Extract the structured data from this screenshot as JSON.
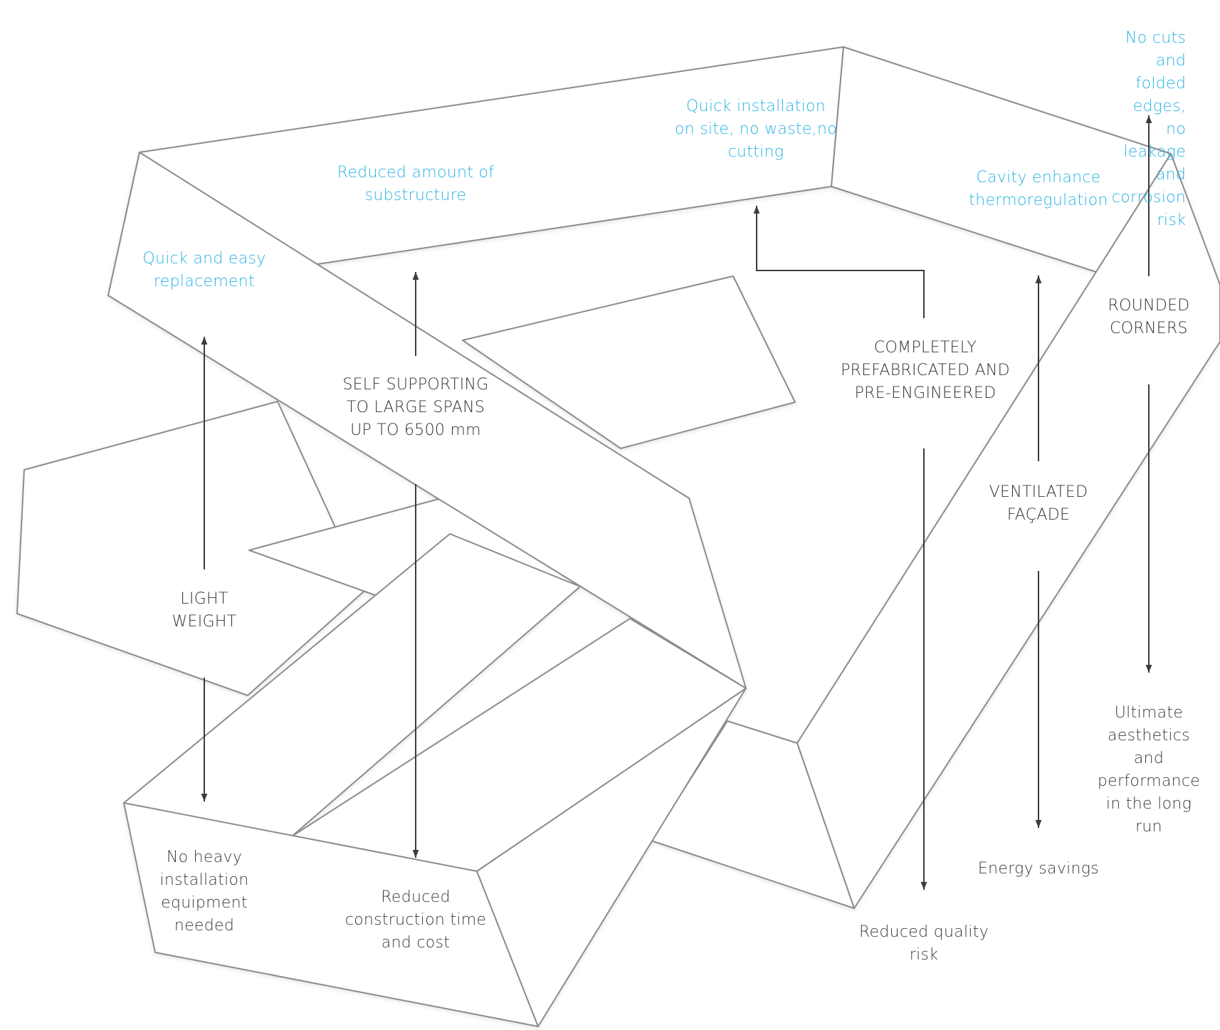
{
  "colors": {
    "feature_text": "#333333",
    "benefit_blue": "#29b2e4",
    "benefit_dark": "#3a3a3a",
    "ribbon_stroke": "#8c8c8c",
    "arrow": "#3c3c3c",
    "background": "#ffffff"
  },
  "features": {
    "light_weight": "LIGHT\nWEIGHT",
    "self_supporting": "SELF SUPPORTING\nTO LARGE SPANS\nUP TO 6500 mm",
    "prefabricated": "COMPLETELY\nPREFABRICATED AND\nPRE-ENGINEERED",
    "ventilated": "VENTILATED\nFAÇADE",
    "rounded": "ROUNDED\nCORNERS"
  },
  "benefits_top": {
    "replacement": "Quick and easy\nreplacement",
    "substructure": "Reduced amount of\nsubstructure",
    "installation": "Quick installation\non site, no waste,no\ncutting",
    "cavity": "Cavity enhance\nthermoregulation",
    "no_cuts": "No cuts and folded\nedges, no leakage\nand corrosion risk"
  },
  "benefits_bottom": {
    "equipment": "No heavy\ninstallation\nequipment\nneeded",
    "construction": "Reduced\nconstruction time\nand cost",
    "quality": "Reduced quality\nrisk",
    "energy": "Energy savings",
    "aesthetics": "Ultimate\naesthetics and\nperformance\nin the long run"
  }
}
